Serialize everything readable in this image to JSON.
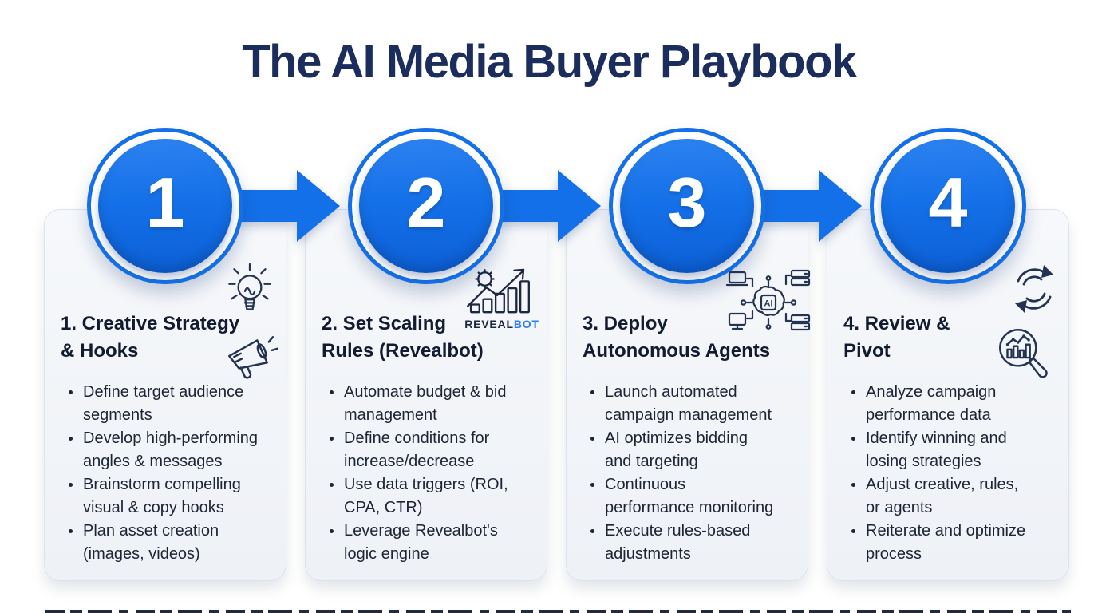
{
  "title": "The AI Media Buyer Playbook",
  "colors": {
    "accent_blue": "#1470e8",
    "title_navy": "#1b2d5c",
    "heading_dark": "#121b30",
    "body_text": "#1d2433",
    "card_background": "#f2f4f8",
    "card_border": "#dde3ed",
    "icon_stroke": "#243352",
    "revealbot_accent": "#2f7df0"
  },
  "steps": [
    {
      "number": "1",
      "heading": "1. Creative Strategy\n& Hooks",
      "icons": [
        "lightbulb-icon",
        "megaphone-icon"
      ],
      "bullets": [
        "Define target audience\nsegments",
        "Develop high-performing\nangles & messages",
        "Brainstorm compelling\nvisual & copy hooks",
        "Plan asset creation\n(images, videos)"
      ]
    },
    {
      "number": "2",
      "heading": "2. Set Scaling\nRules (Revealbot)",
      "icons": [
        "revealbot-chart-gear-icon"
      ],
      "logo": {
        "primary": "REVEAL",
        "accent": "BOT"
      },
      "bullets": [
        "Automate budget & bid\nmanagement",
        "Define conditions for\nincrease/decrease",
        "Use data triggers (ROI,\nCPA, CTR)",
        "Leverage Revealbot's\nlogic engine"
      ]
    },
    {
      "number": "3",
      "heading": "3. Deploy\nAutonomous Agents",
      "icons": [
        "ai-network-icon"
      ],
      "bullets": [
        "Launch automated\ncampaign management",
        "AI optimizes bidding\nand targeting",
        "Continuous\nperformance monitoring",
        "Execute rules-based\nadjustments"
      ]
    },
    {
      "number": "4",
      "heading": "4. Review &\nPivot",
      "icons": [
        "cycle-arrows-icon",
        "magnifier-chart-icon"
      ],
      "bullets": [
        "Analyze campaign\nperformance data",
        "Identify winning and\nlosing strategies",
        "Adjust creative, rules,\nor agents",
        "Reiterate and optimize\nprocess"
      ]
    }
  ]
}
